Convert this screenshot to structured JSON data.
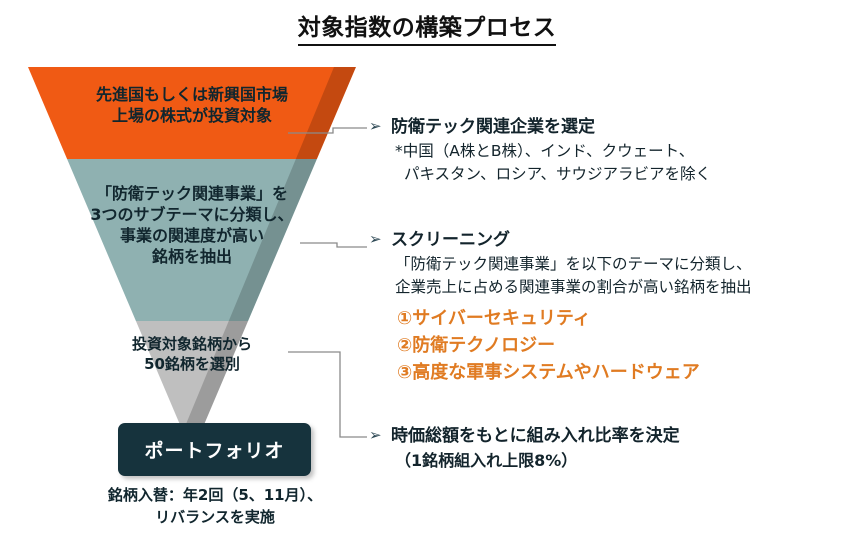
{
  "title": "対象指数の構築プロセス",
  "colors": {
    "stage_top": "#F05A14",
    "stage_middle": "#8FB1B1",
    "stage_bottom": "#BFBFBF",
    "portfolio_box": "#16333D",
    "theme_accent": "#E07B22",
    "text": "#13242C"
  },
  "funnel": {
    "stages": [
      {
        "id": "stage-market-universe",
        "color_name": "orange",
        "lines": [
          "先進国もしくは新興国市場",
          "上場の株式が投資対象"
        ]
      },
      {
        "id": "stage-screening",
        "color_name": "teal",
        "lines": [
          "「防衛テック関連事業」を",
          "3つのサブテーマに分類し、",
          "事業の関連度が高い",
          "銘柄を抽出"
        ]
      },
      {
        "id": "stage-selection",
        "color_name": "gray",
        "lines": [
          "投資対象銘柄から",
          "50銘柄を選別"
        ]
      }
    ],
    "portfolio_label": "ポートフォリオ",
    "caption_lines": [
      "銘柄入替：年2回（5、11月）、",
      "リバランスを実施"
    ]
  },
  "steps": [
    {
      "id": "step-select-companies",
      "marker": "➢",
      "title": "防衛テック関連企業を選定",
      "sub_lines": [
        "*中国（A株とB株）、インド、クウェート、",
        "パキスタン、ロシア、サウジアラビアを除く"
      ],
      "sub_bold": false,
      "themes": []
    },
    {
      "id": "step-screening",
      "marker": "➢",
      "title": "スクリーニング",
      "sub_lines": [
        "「防衛テック関連事業」を以下のテーマに分類し、",
        "企業売上に占める関連事業の割合が高い銘柄を抽出"
      ],
      "sub_bold": false,
      "themes": [
        "①サイバーセキュリティ",
        "②防衛テクノロジー",
        "③高度な軍事システムやハードウェア"
      ]
    },
    {
      "id": "step-weighting",
      "marker": "➢",
      "title": "時価総額をもとに組み入れ比率を決定",
      "sub_lines": [
        "（1銘柄組入れ上限8%）"
      ],
      "sub_bold": true,
      "themes": []
    }
  ]
}
